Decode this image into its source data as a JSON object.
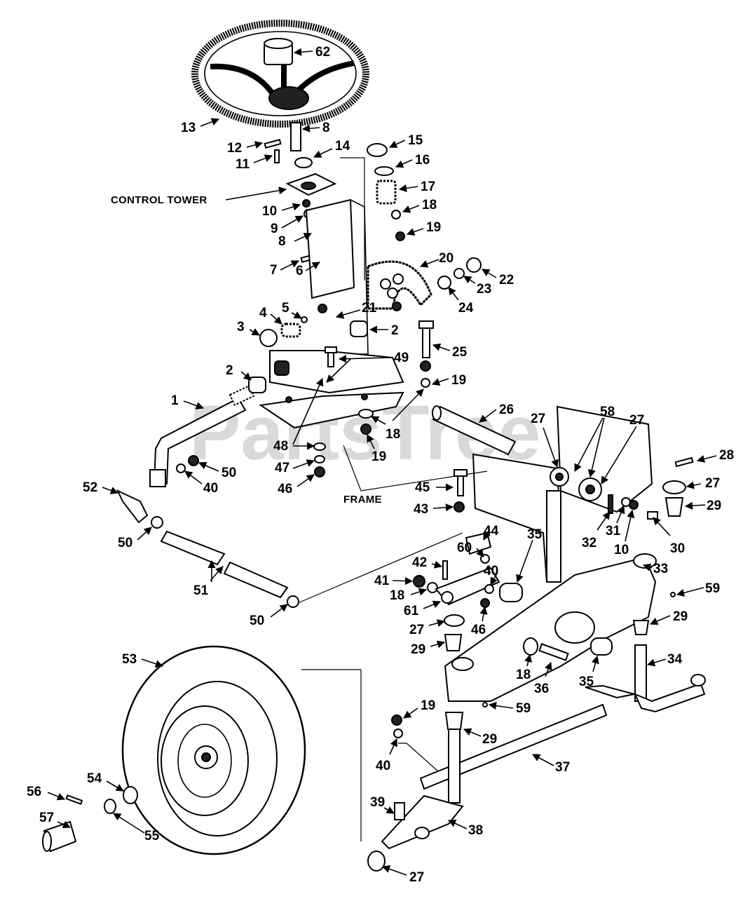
{
  "watermark": "PartsTree",
  "captions": {
    "control_tower": "CONTROL TOWER",
    "frame": "FRAME"
  },
  "callouts": {
    "c1": "1",
    "c2a": "2",
    "c2b": "2",
    "c3": "3",
    "c4": "4",
    "c5": "5",
    "c6": "6",
    "c7": "7",
    "c8a": "8",
    "c8b": "8",
    "c9": "9",
    "c10a": "10",
    "c10b": "10",
    "c11": "11",
    "c12": "12",
    "c13": "13",
    "c14": "14",
    "c15": "15",
    "c16": "16",
    "c17": "17",
    "c18a": "18",
    "c18b": "18",
    "c18c": "18",
    "c18d": "18",
    "c19a": "19",
    "c19b": "19",
    "c19c": "19",
    "c19d": "19",
    "c20": "20",
    "c21": "21",
    "c22": "22",
    "c23": "23",
    "c24": "24",
    "c25": "25",
    "c26": "26",
    "c27a": "27",
    "c27b": "27",
    "c27c": "27",
    "c27d": "27",
    "c27e": "27",
    "c28": "28",
    "c29a": "29",
    "c29b": "29",
    "c29c": "29",
    "c29d": "29",
    "c30": "30",
    "c31": "31",
    "c32": "32",
    "c33": "33",
    "c34": "34",
    "c35a": "35",
    "c35b": "35",
    "c36": "36",
    "c37": "37",
    "c38": "38",
    "c39": "39",
    "c40a": "40",
    "c40b": "40",
    "c40c": "40",
    "c41": "41",
    "c42": "42",
    "c43": "43",
    "c44": "44",
    "c45": "45",
    "c46a": "46",
    "c46b": "46",
    "c47": "47",
    "c48": "48",
    "c49": "49",
    "c50a": "50",
    "c50b": "50",
    "c50c": "50",
    "c51": "51",
    "c52": "52",
    "c53": "53",
    "c54": "54",
    "c55": "55",
    "c56": "56",
    "c57": "57",
    "c58": "58",
    "c59a": "59",
    "c59b": "59",
    "c60": "60",
    "c61": "61",
    "c62": "62"
  }
}
